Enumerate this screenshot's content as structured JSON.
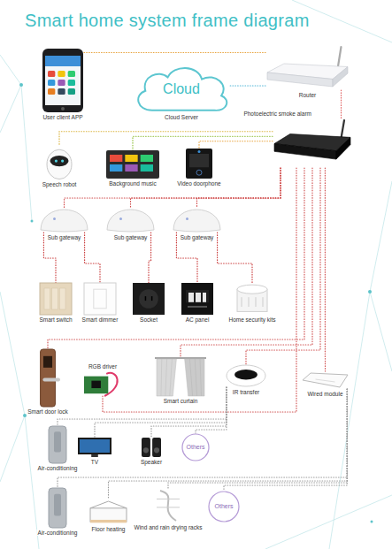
{
  "diagram": {
    "title": "Smart home system frame diagram",
    "nodes": [
      {
        "text": [
          "User client APP"
        ]
      },
      {
        "text": [
          "Cloud",
          "Cloud Server"
        ]
      },
      {
        "text": [
          "Router"
        ]
      },
      {
        "text": [
          "Photoelectric smoke alarm"
        ]
      },
      {
        "text": [
          "Speech robot"
        ]
      },
      {
        "text": [
          "Background music"
        ]
      },
      {
        "text": [
          "Video doorphone"
        ]
      },
      {
        "text": [
          "Sub gateway"
        ]
      },
      {
        "text": [
          "Sub gateway"
        ]
      },
      {
        "text": [
          "Sub gateway"
        ]
      },
      {
        "text": [
          "Smart switch"
        ]
      },
      {
        "text": [
          "Smart dimmer"
        ]
      },
      {
        "text": [
          "Socket"
        ]
      },
      {
        "text": [
          "AC panel"
        ]
      },
      {
        "text": [
          "Home security kits"
        ]
      },
      {
        "text": [
          "Smart door lock"
        ]
      },
      {
        "text": [
          "RGB driver"
        ]
      },
      {
        "text": [
          "Smart curtain"
        ]
      },
      {
        "text": [
          "IR transfer"
        ]
      },
      {
        "text": [
          "Wired module"
        ]
      },
      {
        "text": [
          "Air-conditioning"
        ]
      },
      {
        "text": [
          "TV"
        ]
      },
      {
        "text": [
          "Speaker"
        ]
      },
      {
        "text": [
          "Others"
        ]
      },
      {
        "text": [
          "Air-conditioning"
        ]
      },
      {
        "text": [
          "Floor heating"
        ]
      },
      {
        "text": [
          "Wind and rain drying racks"
        ]
      },
      {
        "text": [
          "Others"
        ]
      }
    ],
    "edges": [
      {
        "from": 2,
        "to": 0,
        "arrow": "none"
      },
      {
        "from": 2,
        "to": 1,
        "arrow": "none"
      },
      {
        "from": 2,
        "to": 3,
        "arrow": "none"
      },
      {
        "from": 3,
        "to": 4,
        "arrow": "none"
      },
      {
        "from": 3,
        "to": 5,
        "arrow": "none"
      },
      {
        "from": 3,
        "to": 6,
        "arrow": "none"
      },
      {
        "from": 3,
        "to": 7,
        "arrow": "none"
      },
      {
        "from": 3,
        "to": 8,
        "arrow": "none"
      },
      {
        "from": 3,
        "to": 9,
        "arrow": "none"
      },
      {
        "from": 7,
        "to": 10,
        "arrow": "none"
      },
      {
        "from": 7,
        "to": 11,
        "arrow": "none"
      },
      {
        "from": 8,
        "to": 12,
        "arrow": "none"
      },
      {
        "from": 9,
        "to": 13,
        "arrow": "none"
      },
      {
        "from": 9,
        "to": 14,
        "arrow": "none"
      },
      {
        "from": 3,
        "to": 15,
        "arrow": "none"
      },
      {
        "from": 3,
        "to": 16,
        "arrow": "none"
      },
      {
        "from": 3,
        "to": 17,
        "arrow": "none"
      },
      {
        "from": 3,
        "to": 18,
        "arrow": "none"
      },
      {
        "from": 3,
        "to": 19,
        "arrow": "none"
      },
      {
        "from": 18,
        "to": 20,
        "arrow": "none"
      },
      {
        "from": 18,
        "to": 21,
        "arrow": "none"
      },
      {
        "from": 18,
        "to": 22,
        "arrow": "none"
      },
      {
        "from": 18,
        "to": 23,
        "arrow": "none"
      },
      {
        "from": 19,
        "to": 24,
        "arrow": "none"
      },
      {
        "from": 19,
        "to": 25,
        "arrow": "none"
      },
      {
        "from": 19,
        "to": 26,
        "arrow": "none"
      },
      {
        "from": 19,
        "to": 27,
        "arrow": "none"
      }
    ]
  }
}
